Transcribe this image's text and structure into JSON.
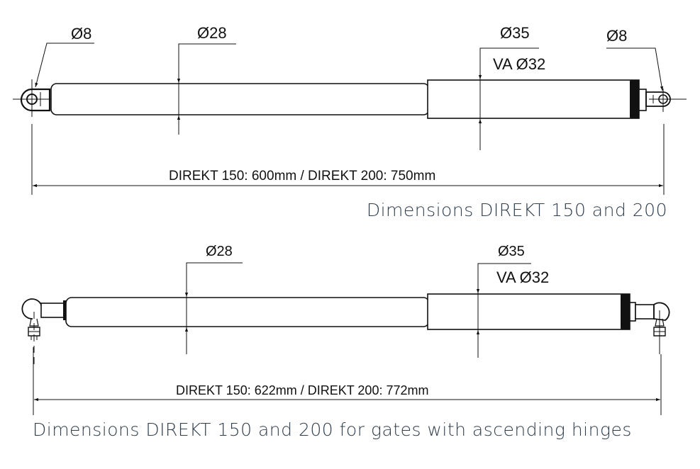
{
  "drawings": [
    {
      "id": "direkt-standard",
      "labels": {
        "left_eye": "Ø8",
        "rod": "Ø28",
        "tube": "Ø35",
        "tube_variant": "VA Ø32",
        "right_eye": "Ø8"
      },
      "overall_length": "DIREKT 150: 600mm / DIREKT 200: 750mm",
      "caption": "Dimensions DIREKT 150 and 200"
    },
    {
      "id": "direkt-ascending-hinges",
      "labels": {
        "rod": "Ø28",
        "tube": "Ø35",
        "tube_variant": "VA Ø32"
      },
      "overall_length": "DIREKT 150: 622mm / DIREKT 200: 772mm",
      "caption": "Dimensions DIREKT 150 and 200 for gates with ascending hinges"
    }
  ],
  "colors": {
    "line": "#111111",
    "caption": "#2f3e4c"
  }
}
